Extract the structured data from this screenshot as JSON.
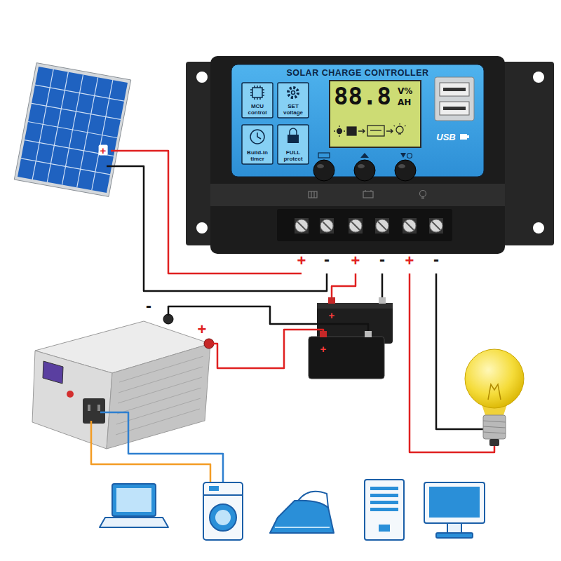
{
  "diagram": {
    "nodes": [
      {
        "text": [
          "SOLAR CHARGE CONTROLLER"
        ]
      },
      {
        "text": [
          "88.8",
          "V%",
          "AH"
        ],
        "in": 0
      },
      {
        "text": [
          "MCU control"
        ],
        "in": 0
      },
      {
        "text": [
          "SET voltage"
        ],
        "in": 0
      },
      {
        "text": [
          "Build-in timer"
        ],
        "in": 0
      },
      {
        "text": [
          "FULL protect"
        ],
        "in": 0
      }
    ],
    "labels": [
      "+",
      "-",
      "+",
      "-",
      "+",
      "-",
      "+",
      "-",
      "+",
      "+",
      "+",
      "USB"
    ]
  }
}
